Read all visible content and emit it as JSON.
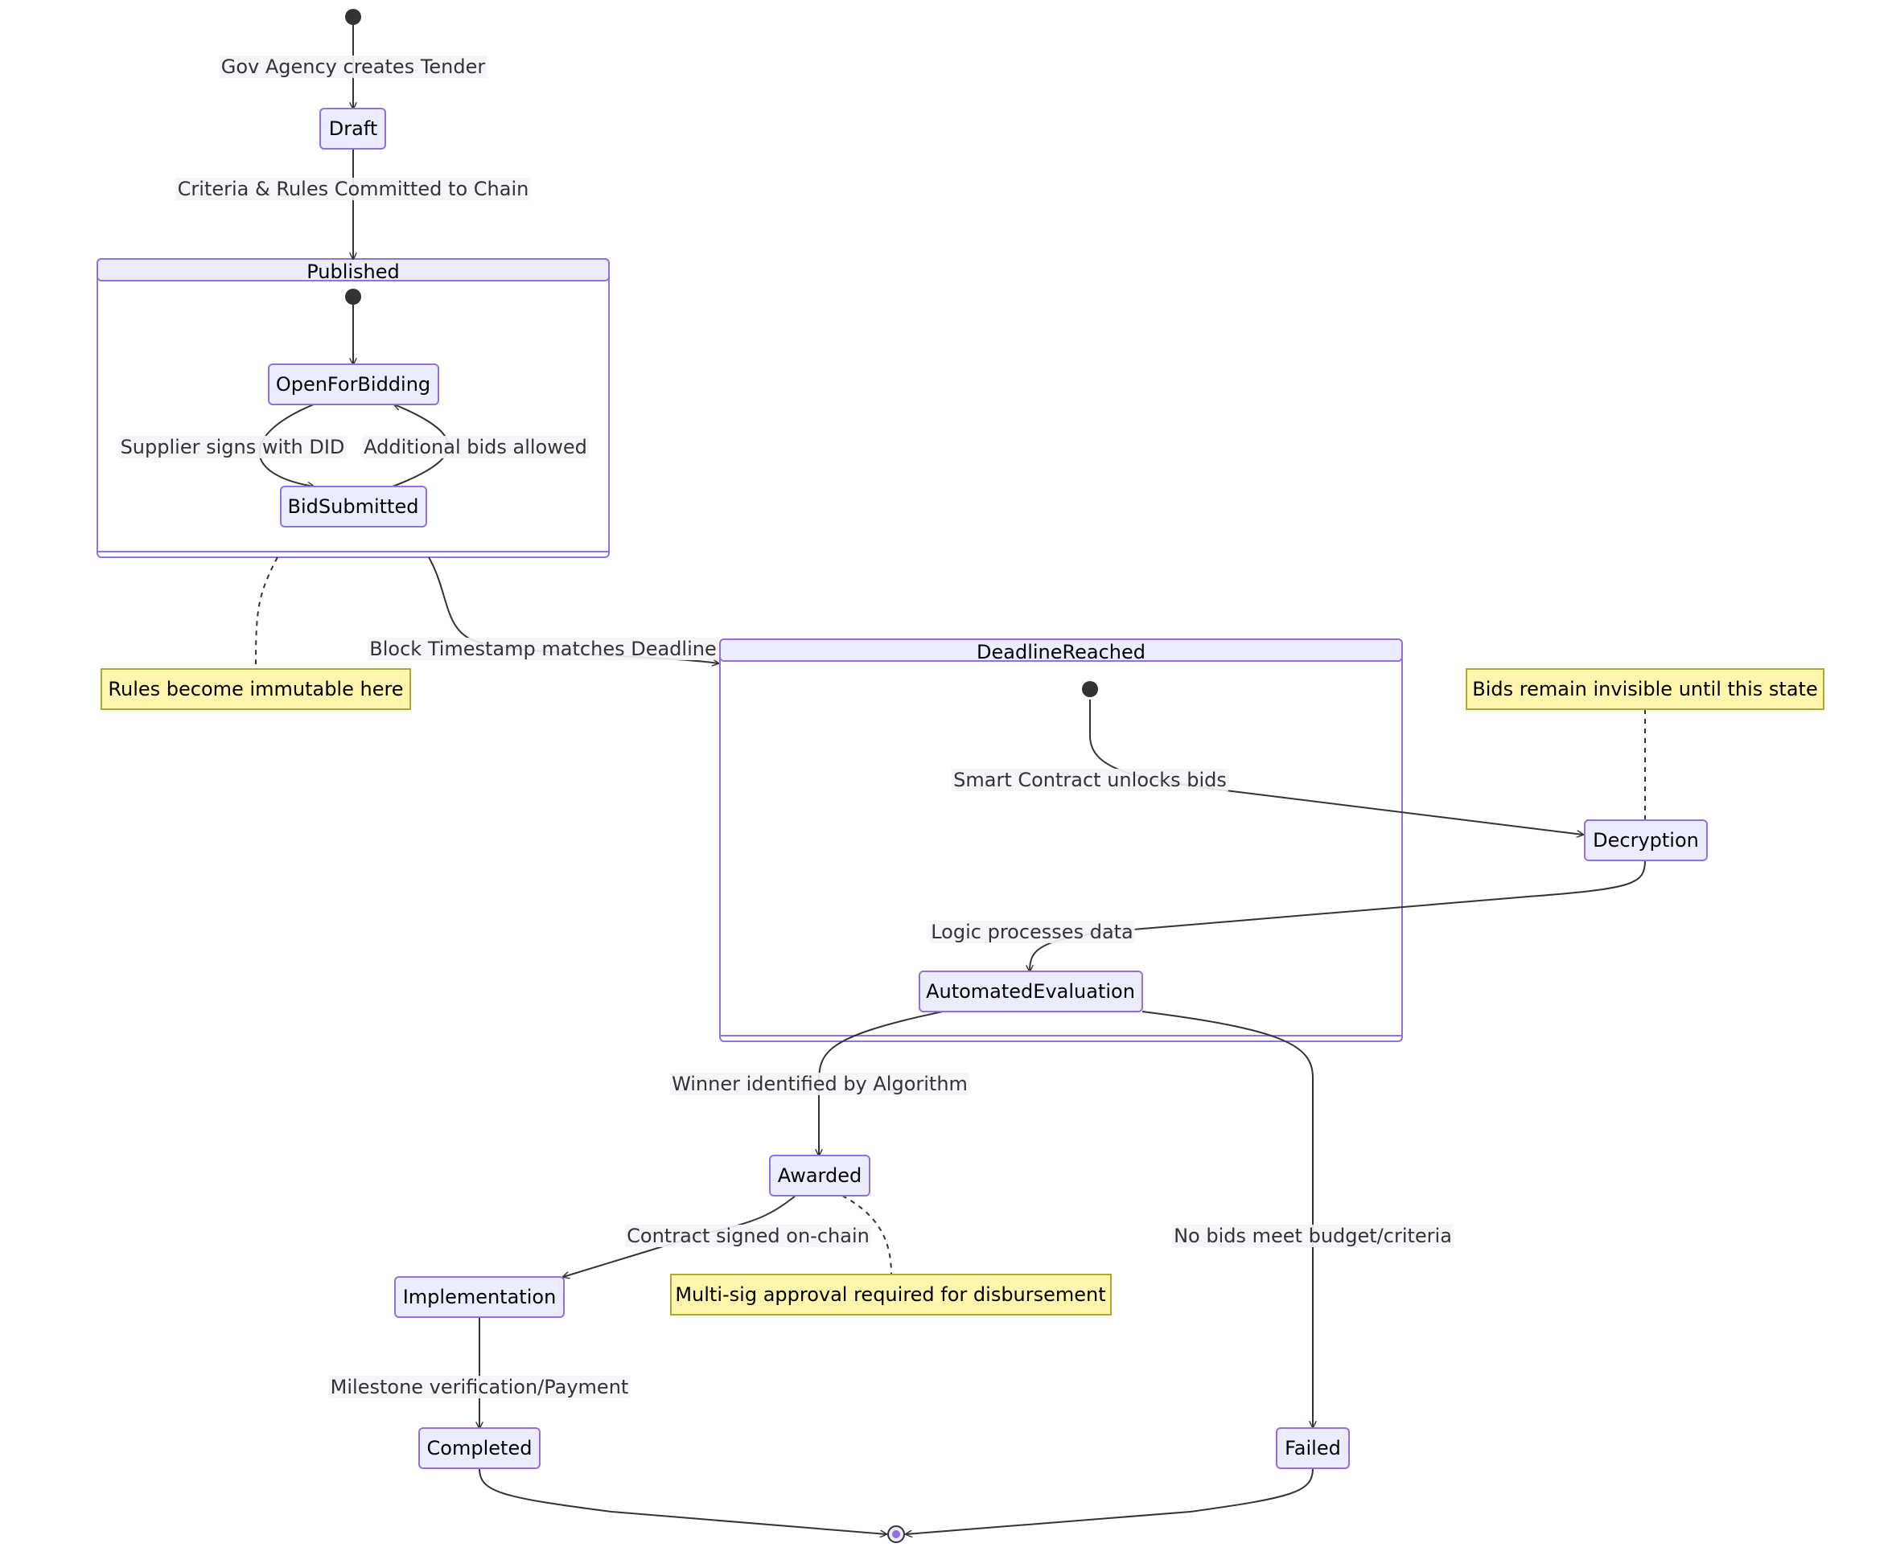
{
  "states": {
    "draft": "Draft",
    "published": "Published",
    "open_for_bidding": "OpenForBidding",
    "bid_submitted": "BidSubmitted",
    "deadline_reached": "DeadlineReached",
    "decryption": "Decryption",
    "automated_evaluation": "AutomatedEvaluation",
    "awarded": "Awarded",
    "implementation": "Implementation",
    "completed": "Completed",
    "failed": "Failed"
  },
  "transitions": {
    "gov_creates": "Gov Agency creates Tender",
    "criteria_committed": "Criteria & Rules Committed to Chain",
    "supplier_signs": "Supplier signs with DID",
    "additional_bids": "Additional bids allowed",
    "block_timestamp": "Block Timestamp matches Deadline",
    "unlocks_bids": "Smart Contract unlocks bids",
    "logic_processes": "Logic processes data",
    "winner_identified": "Winner identified by Algorithm",
    "no_bids": "No bids meet budget/criteria",
    "contract_signed": "Contract signed on-chain",
    "milestone": "Milestone verification/Payment"
  },
  "notes": {
    "rules_immutable": "Rules become immutable here",
    "bids_invisible": "Bids remain invisible until this state",
    "multisig": "Multi-sig approval required for disbursement"
  },
  "colors": {
    "state_fill": "#ECECFF",
    "state_stroke": "#9370DB",
    "note_fill": "#FFF5AD",
    "note_stroke": "#AAAA33",
    "edge": "#333333",
    "label_bg": "#F4F4FA",
    "text": "#333333"
  }
}
